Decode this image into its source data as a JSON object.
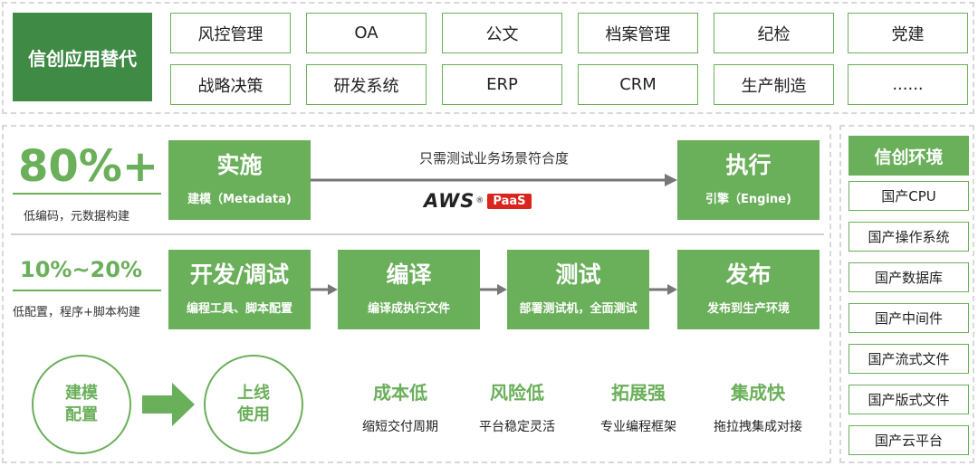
{
  "top": {
    "title": "信创应用替代",
    "row1": [
      "风控管理",
      "OA",
      "公文",
      "档案管理",
      "纪检",
      "党建"
    ],
    "row2": [
      "战略决策",
      "研发系统",
      "ERP",
      "CRM",
      "生产制造",
      "......"
    ]
  },
  "flow1": {
    "percent": "80%+",
    "sub": "低编码，元数据构建",
    "left": {
      "title": "实施",
      "sub": "建模（Metadata)"
    },
    "arrow_label": "只需测试业务场景符合度",
    "right": {
      "title": "执行",
      "sub": "引擎（Engine)"
    },
    "logo": {
      "aws": "AWS",
      "reg": "®",
      "paas": "PaaS"
    }
  },
  "flow2": {
    "percent": "10%~20%",
    "sub": "低配置，程序+脚本构建",
    "stages": [
      {
        "title": "开发/调试",
        "sub": "编程工具、脚本配置"
      },
      {
        "title": "编译",
        "sub": "编译成执行文件"
      },
      {
        "title": "测试",
        "sub": "部署测试机，全面测试"
      },
      {
        "title": "发布",
        "sub": "发布到生产环境"
      }
    ]
  },
  "bottom": {
    "circle1": [
      "建模",
      "配置"
    ],
    "circle2": [
      "上线",
      "使用"
    ],
    "features": [
      {
        "title": "成本低",
        "desc": "缩短交付周期"
      },
      {
        "title": "风险低",
        "desc": "平台稳定灵活"
      },
      {
        "title": "拓展强",
        "desc": "专业编程框架"
      },
      {
        "title": "集成快",
        "desc": "拖拉拽集成对接"
      }
    ]
  },
  "env": {
    "title": "信创环境",
    "items": [
      "国产CPU",
      "国产操作系统",
      "国产数据库",
      "国产中间件",
      "国产流式文件",
      "国产版式文件",
      "国产云平台"
    ]
  },
  "colors": {
    "green": "#6aaf5a",
    "dark_green": "#3f8a45",
    "red": "#d9251d"
  }
}
